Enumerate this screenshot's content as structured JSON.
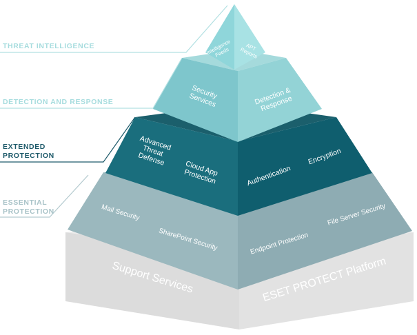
{
  "colors": {
    "tier1_left": "#8fd6da",
    "tier1_right": "#a8e2e4",
    "tier2_left": "#7ec6cc",
    "tier2_right": "#93d3d6",
    "tier2_top": "#a5dadc",
    "tier3_left": "#1a6e7d",
    "tier3_right": "#0f5e6e",
    "tier3_top": "#1b5f6c",
    "tier4_left": "#9bb8be",
    "tier4_right": "#8eacb3",
    "tier4_top": "#a7c2c7",
    "tier5_left": "#dcdcdc",
    "tier5_right": "#e2e2e2",
    "tier5_top": "#ececec",
    "label_light": "#a6dcde",
    "label_dark": "#1e5a6a",
    "label_mid": "#a9c3c8",
    "line_light": "#b2e0e2",
    "line_dark": "#1e5a6a",
    "line_mid": "#b4cacf",
    "text_light": "#ffffff"
  },
  "side_labels": [
    {
      "lines": [
        "THREAT INTELLIGENCE"
      ]
    },
    {
      "lines": [
        "DETECTION AND RESPONSE"
      ]
    },
    {
      "lines": [
        "EXTENDED",
        "PROTECTION"
      ]
    },
    {
      "lines": [
        "ESSENTIAL",
        "PROTECTION"
      ]
    }
  ],
  "tiers": {
    "threat_intelligence": {
      "left_face": [
        "Intelligence",
        "Feeds"
      ],
      "right_face": [
        "APT",
        "Reports"
      ]
    },
    "detection_response": {
      "left_face": [
        "Security",
        "Services"
      ],
      "right_face": [
        "Detection &",
        "Response"
      ]
    },
    "extended_protection": {
      "left_face_a": [
        "Advanced",
        "Threat",
        "Defense"
      ],
      "left_face_b": [
        "Cloud App",
        "Protection"
      ],
      "right_face_a": [
        "Authentication"
      ],
      "right_face_b": [
        "Encryption"
      ]
    },
    "essential_protection": {
      "left_face_a": [
        "Mail Security"
      ],
      "left_face_b": [
        "SharePoint Security"
      ],
      "right_face_a": [
        "Endpoint Protection"
      ],
      "right_face_b": [
        "File Server Security"
      ]
    },
    "base": {
      "left_face": [
        "Support Services"
      ],
      "right_face": [
        "ESET PROTECT Platform"
      ]
    }
  }
}
